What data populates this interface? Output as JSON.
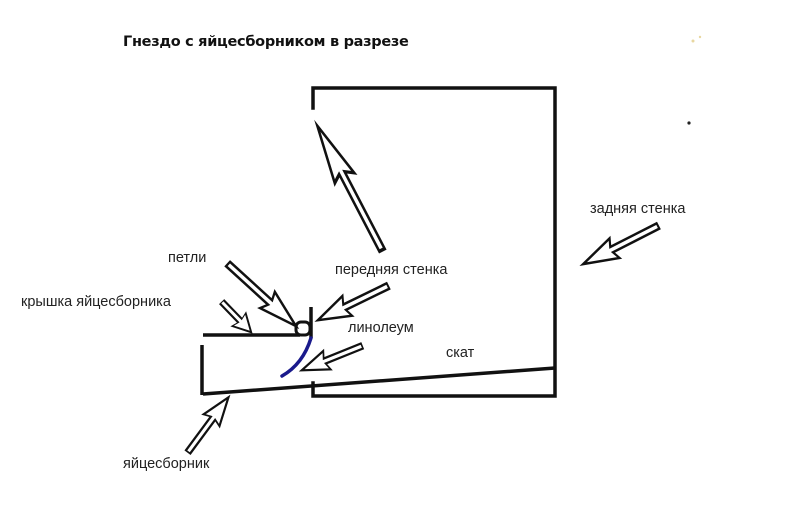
{
  "title": "Гнездо с яйцесборником в разрезе",
  "labels": {
    "hinges": "петли",
    "front_wall": "передняя стенка",
    "egg_collector_lid": "крышка яйцесборника",
    "linoleum": "линолеум",
    "slope": "скат",
    "back_wall": "задняя стенка",
    "egg_collector": "яйцесборник"
  },
  "colors": {
    "line": "#111111",
    "linoleum": "#1a1a8c",
    "background": "#ffffff"
  }
}
